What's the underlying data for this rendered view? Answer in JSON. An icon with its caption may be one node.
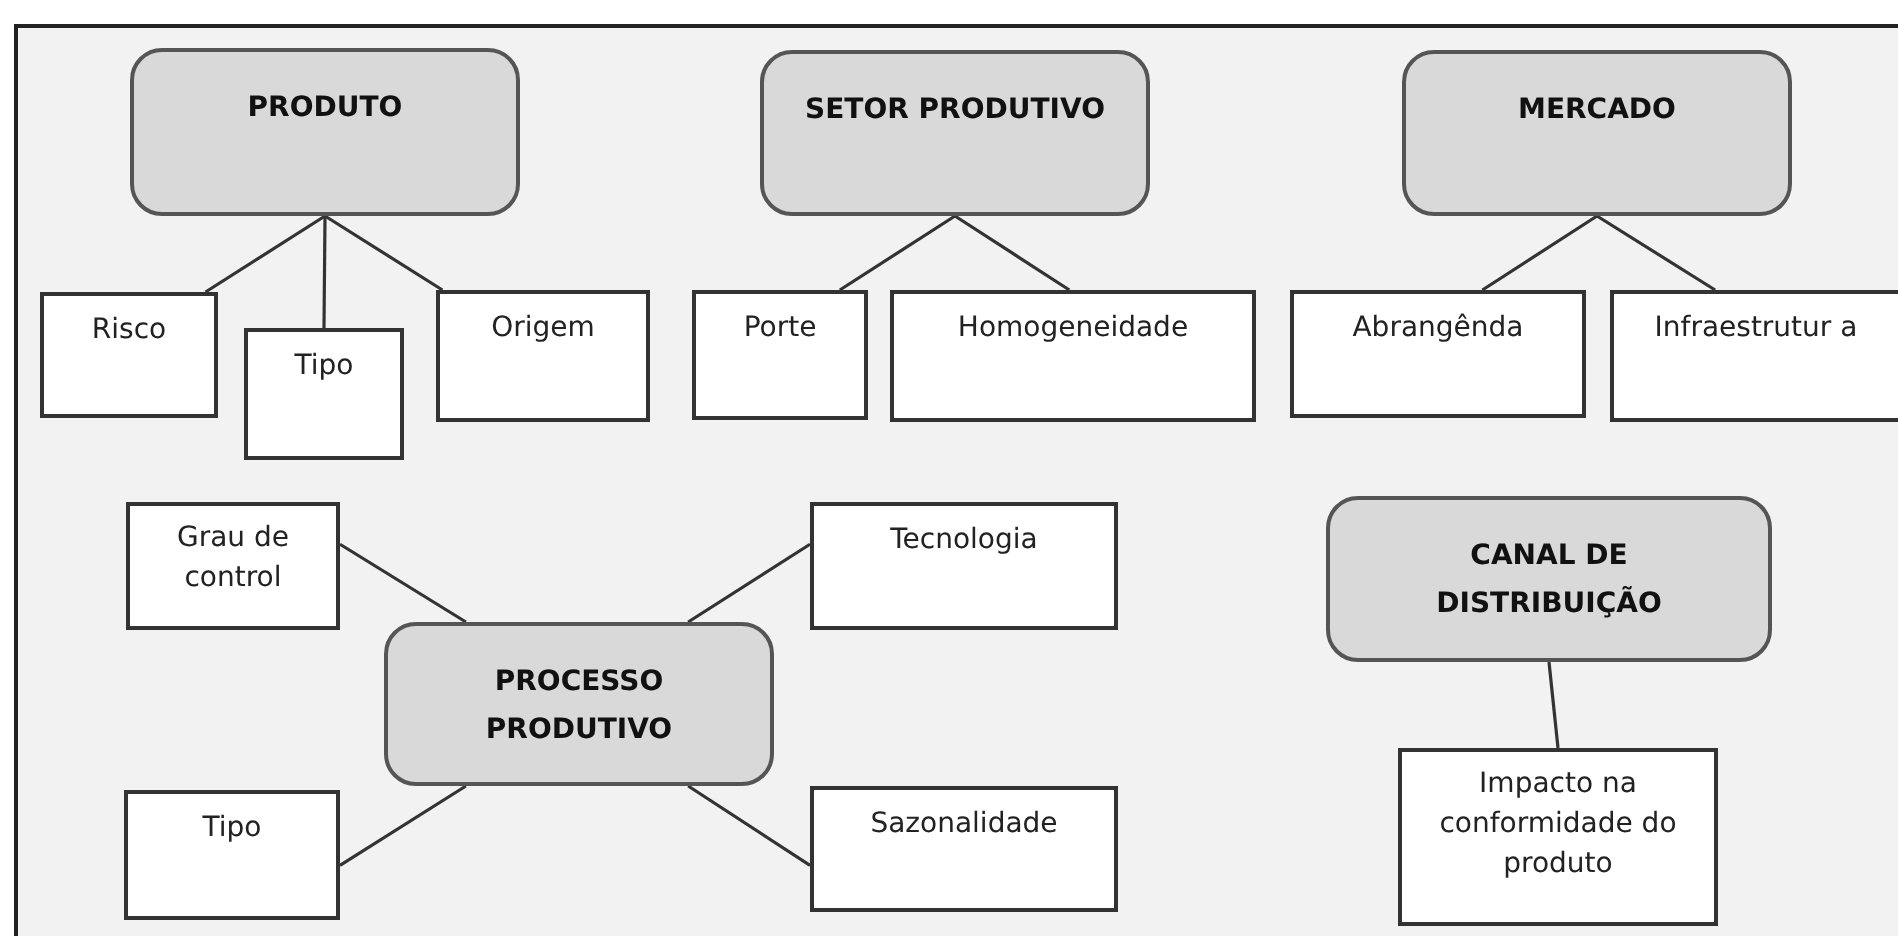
{
  "diagram": {
    "nodes": [
      {
        "text": [
          "PRODUTO"
        ]
      },
      {
        "text": [
          "Risco"
        ]
      },
      {
        "text": [
          "Tipo"
        ]
      },
      {
        "text": [
          "Origem"
        ]
      },
      {
        "text": [
          "SETOR PRODUTIVO"
        ]
      },
      {
        "text": [
          "Porte"
        ]
      },
      {
        "text": [
          "Homogeneidade"
        ]
      },
      {
        "text": [
          "MERCADO"
        ]
      },
      {
        "text": [
          "Abrangênda"
        ]
      },
      {
        "text": [
          "Infraestrutur a"
        ]
      },
      {
        "text": [
          "Grau de control"
        ]
      },
      {
        "text": [
          "Tecnologia"
        ]
      },
      {
        "text": [
          "PROCESSO PRODUTIVO"
        ]
      },
      {
        "text": [
          "Tipo"
        ]
      },
      {
        "text": [
          "Sazonalidade"
        ]
      },
      {
        "text": [
          "CANAL DE DISTRIBUIÇÃO"
        ]
      },
      {
        "text": [
          "Impacto na conformidade do produto"
        ]
      }
    ],
    "edges": [
      {
        "from": 0,
        "to": 1,
        "arrow": "none"
      },
      {
        "from": 0,
        "to": 2,
        "arrow": "none"
      },
      {
        "from": 0,
        "to": 3,
        "arrow": "none"
      },
      {
        "from": 4,
        "to": 5,
        "arrow": "none"
      },
      {
        "from": 4,
        "to": 6,
        "arrow": "none"
      },
      {
        "from": 7,
        "to": 8,
        "arrow": "none"
      },
      {
        "from": 7,
        "to": 9,
        "arrow": "none"
      },
      {
        "from": 12,
        "to": 10,
        "arrow": "none"
      },
      {
        "from": 12,
        "to": 11,
        "arrow": "none"
      },
      {
        "from": 12,
        "to": 13,
        "arrow": "none"
      },
      {
        "from": 12,
        "to": 14,
        "arrow": "none"
      },
      {
        "from": 15,
        "to": 16,
        "arrow": "none"
      }
    ]
  }
}
